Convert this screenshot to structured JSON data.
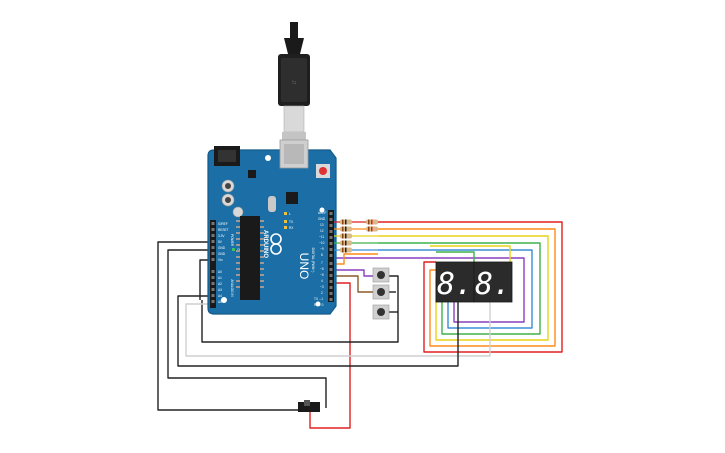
{
  "board": {
    "brand": "ARDUINO",
    "model": "UNO",
    "pin_group_digital": "DIGITAL (PWM~)",
    "pin_group_power": "POWER",
    "pin_group_analog": "ANALOG IN",
    "header_top_labels": [
      "AREF",
      "GND",
      "13",
      "12",
      "~11",
      "~10",
      "~9",
      "8",
      "7",
      "~6",
      "~5",
      "4",
      "~3",
      "2",
      "TX→1",
      "RX←0"
    ],
    "header_left_labels": [
      "IOREF",
      "RESET",
      "3.3V",
      "5V",
      "GND",
      "GND",
      "Vin",
      "A0",
      "A1",
      "A2",
      "A3",
      "A4",
      "A5"
    ],
    "led_labels": [
      "L",
      "TX",
      "RX",
      "ON"
    ]
  },
  "display": {
    "left_digit": "8.",
    "right_digit": "8."
  },
  "colors": {
    "board": "#1b6fa6",
    "board_edge": "#135a88",
    "display_body": "#2b2b2b",
    "segment_off": "#4a4a4a",
    "wire_red": "#e02020",
    "wire_orange": "#ff8c1a",
    "wire_yellow": "#e8d21a",
    "wire_green": "#3fb24a",
    "wire_blue": "#3a8fd8",
    "wire_purple": "#8a3fc4",
    "wire_black": "#222222",
    "wire_white": "#cfcfcf",
    "wire_brown": "#8b5a2b"
  }
}
